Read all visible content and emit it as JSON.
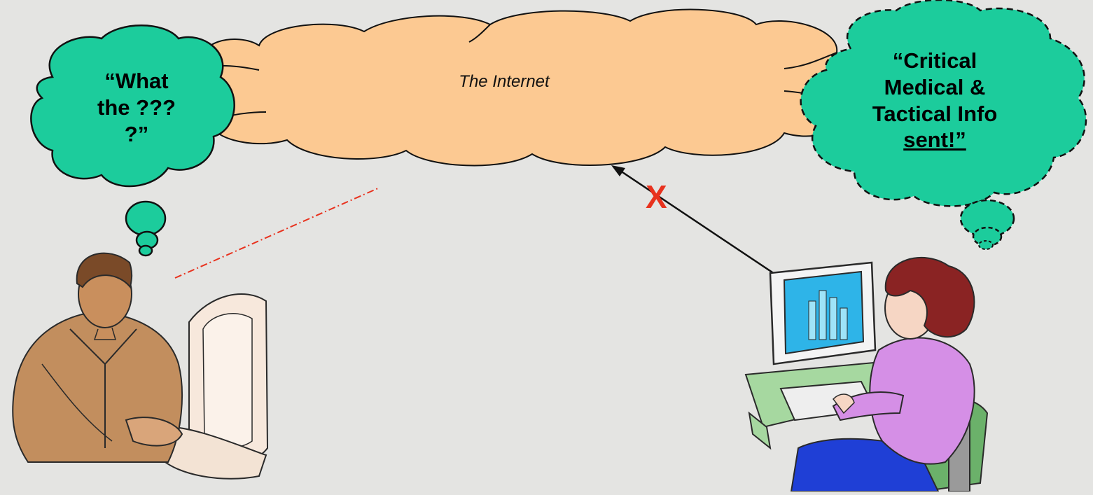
{
  "internet_label": "The Internet",
  "left_thought": [
    "“What",
    "the ???",
    "?”"
  ],
  "right_thought": [
    "“Critical",
    "Medical &",
    "Tactical Info",
    "sent!”"
  ],
  "blocked_mark": "X",
  "colors": {
    "background": "#e4e4e2",
    "cloud": "#fcc992",
    "thought_bubble": "#1ccc9c",
    "blocked": "#e8321e",
    "dashed_link": "#e8321e"
  }
}
